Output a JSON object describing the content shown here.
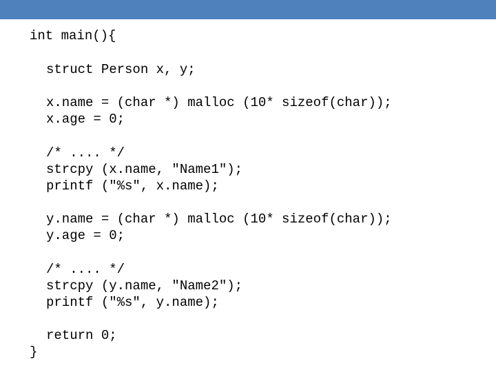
{
  "header_bar": {
    "color": "#4f81bd"
  },
  "code": {
    "open": "int main(){",
    "declare": "struct Person x, y;",
    "x_name": "x.name = (char *) malloc (10* sizeof(char));",
    "x_age": "x.age = 0;",
    "x_comment": "/* .... */",
    "x_strcpy": "strcpy (x.name, \"Name1\");",
    "x_printf": "printf (\"%s\", x.name);",
    "y_name": "y.name = (char *) malloc (10* sizeof(char));",
    "y_age": "y.age = 0;",
    "y_comment": "/* .... */",
    "y_strcpy": "strcpy (y.name, \"Name2\");",
    "y_printf": "printf (\"%s\", y.name);",
    "ret": "return 0;",
    "close": "}"
  }
}
